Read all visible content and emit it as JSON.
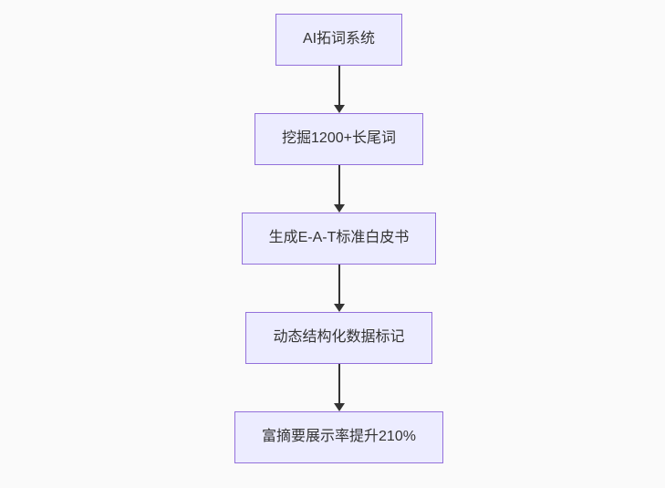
{
  "diagram": {
    "type": "flowchart",
    "direction": "top-down",
    "nodes": [
      {
        "id": "step-1",
        "label": "AI拓词系统"
      },
      {
        "id": "step-2",
        "label": "挖掘1200+长尾词"
      },
      {
        "id": "step-3",
        "label": "生成E-A-T标准白皮书"
      },
      {
        "id": "step-4",
        "label": "动态结构化数据标记"
      },
      {
        "id": "step-5",
        "label": "富摘要展示率提升210%"
      }
    ],
    "edges": [
      {
        "from": "step-1",
        "to": "step-2"
      },
      {
        "from": "step-2",
        "to": "step-3"
      },
      {
        "from": "step-3",
        "to": "step-4"
      },
      {
        "from": "step-4",
        "to": "step-5"
      }
    ],
    "colors": {
      "background": "#fafafa",
      "node_fill": "#ECECFF",
      "node_border": "#9370DB",
      "text": "#333333",
      "arrow": "#333333"
    }
  }
}
